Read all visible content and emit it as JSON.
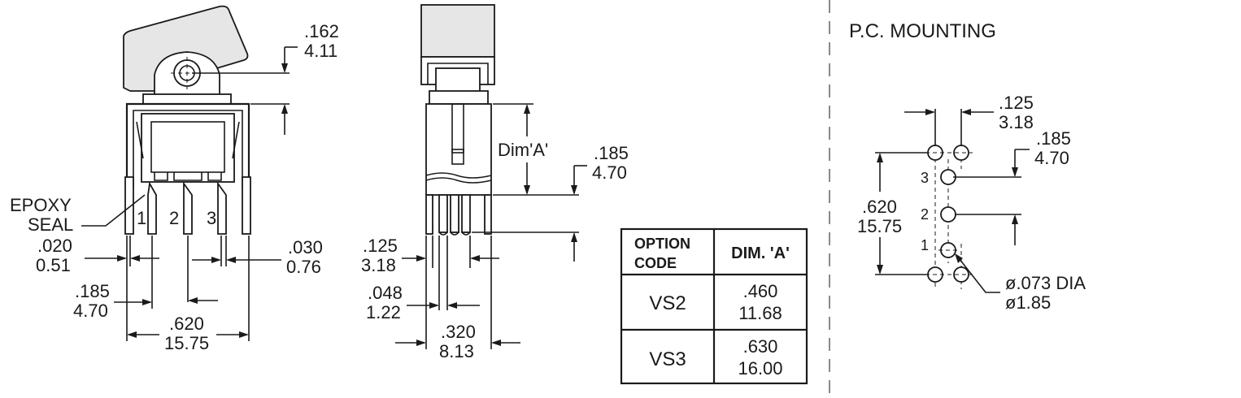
{
  "front_view": {
    "top_dim_in": ".162",
    "top_dim_mm": "4.11",
    "epoxy_line1": "EPOXY",
    "epoxy_line2": "SEAL",
    "pin1": "1",
    "pin2": "2",
    "pin3": "3",
    "left_dim_in": ".020",
    "left_dim_mm": "0.51",
    "right_dim_in": ".030",
    "right_dim_mm": "0.76",
    "pitch_dim_in": ".185",
    "pitch_dim_mm": "4.70",
    "width_dim_in": ".620",
    "width_dim_mm": "15.75"
  },
  "side_view": {
    "dim_a_label": "Dim'A'",
    "dim_185_in": ".185",
    "dim_185_mm": "4.70",
    "dim_125_in": ".125",
    "dim_125_mm": "3.18",
    "dim_048_in": ".048",
    "dim_048_mm": "1.22",
    "dim_320_in": ".320",
    "dim_320_mm": "8.13"
  },
  "option_table": {
    "header_code_line1": "OPTION",
    "header_code_line2": "CODE",
    "header_dim": "DIM. 'A'",
    "rows": [
      {
        "code": "VS2",
        "in": ".460",
        "mm": "11.68"
      },
      {
        "code": "VS3",
        "in": ".630",
        "mm": "16.00"
      }
    ]
  },
  "pc_mounting": {
    "title": "P.C. MOUNTING",
    "dim_125_in": ".125",
    "dim_125_mm": "3.18",
    "dim_185_in": ".185",
    "dim_185_mm": "4.70",
    "dim_620_in": ".620",
    "dim_620_mm": "15.75",
    "pin3": "3",
    "pin2": "2",
    "pin1": "1",
    "hole_in": "ø.073 DIA",
    "hole_mm": "ø1.85"
  }
}
